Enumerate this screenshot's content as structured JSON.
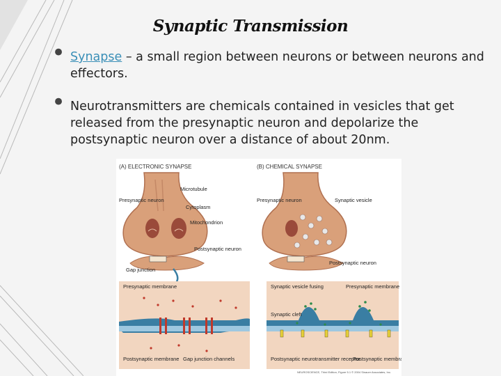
{
  "slide": {
    "title": "Synaptic Transmission",
    "bullets": [
      {
        "term": "Synapse",
        "text": " – a small region between neurons or between neurons and effectors."
      },
      {
        "term": "",
        "text": "Neurotransmitters are chemicals contained in vesicles that get released from the presynaptic neuron and depolarize the postsynaptic neuron over a distance of about 20nm."
      }
    ]
  },
  "figure": {
    "panel_a": {
      "heading": "(A) ELECTRONIC SYNAPSE",
      "labels": {
        "microtubule": "Microtubule",
        "presynaptic_neuron": "Presynaptic neuron",
        "cytoplasm": "Cytoplasm",
        "mitochondrion": "Mitochondrion",
        "gap_junction": "Gap junction",
        "postsynaptic_neuron": "Postsynaptic neuron",
        "presynaptic_membrane": "Presynaptic membrane",
        "postsynaptic_membrane": "Postsynaptic membrane",
        "gap_junction_channels": "Gap junction channels"
      }
    },
    "panel_b": {
      "heading": "(B) CHEMICAL SYNAPSE",
      "labels": {
        "presynaptic_neuron": "Presynaptic neuron",
        "synaptic_vesicle": "Synaptic vesicle",
        "postsynaptic_neuron": "Postsynaptic neuron",
        "synaptic_vesicle_fusing": "Synaptic vesicle fusing",
        "presynaptic_membrane": "Presynaptic membrane",
        "synaptic_cleft": "Synaptic cleft",
        "postsynaptic_receptor": "Postsynaptic neurotransmitter receptor",
        "postsynaptic_membrane": "Postsynaptic membrane"
      }
    },
    "credit": "NEUROSCIENCE, Third Edition, Figure 5.1 © 2004 Sinauer Associates, Inc."
  },
  "colors": {
    "background": "#f4f4f4",
    "link": "#3a8fb7",
    "neuron": "#d9a07a",
    "neuron_dark": "#b07050",
    "vesicle": "#e8e8e8",
    "membrane": "#3a7ea3",
    "cleft_fluid": "#f2d6c0",
    "transmitter": "#2e8b4a",
    "ion": "#c0392b"
  }
}
